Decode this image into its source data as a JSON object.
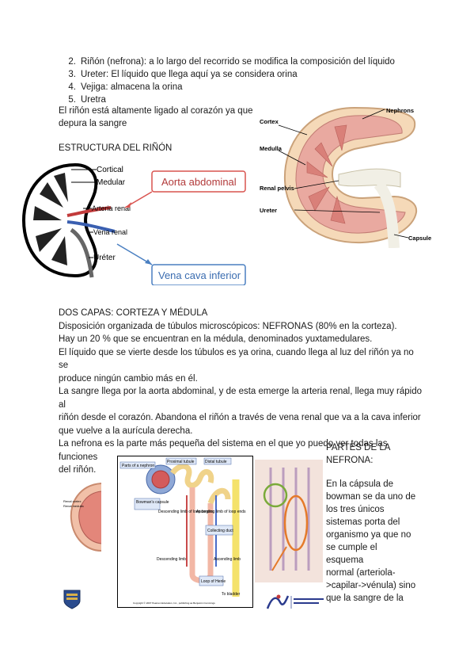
{
  "list": [
    {
      "num": "2.",
      "text": "Riñón (nefrona): a lo largo del recorrido se modifica la composición del líquido"
    },
    {
      "num": "3.",
      "text": "Ureter: El líquido que llega aquí ya se considera orina"
    },
    {
      "num": "4.",
      "text": "Vejiga: almacena la orina"
    },
    {
      "num": "5.",
      "text": "Uretra"
    }
  ],
  "intro": {
    "line1": "El riñón está altamente ligado al corazón ya que",
    "line2": "depura la sangre"
  },
  "section_title": "ESTRUCTURA DEL RIÑÓN",
  "kidney_diagram": {
    "cortical": "Cortical",
    "medular": "Medular",
    "arteria": "Arteria renal",
    "vena": "Vena renal",
    "ureter": "Uréter",
    "aorta_box": "Aorta abdominal",
    "cava_box": "Vena cava inferior",
    "red": "#d9534f",
    "blue": "#4a7fc1"
  },
  "kidney_photo": {
    "cortex": "Cortex",
    "medulla": "Medulla",
    "renal_pelvis": "Renal pelvis",
    "ureter": "Ureter",
    "nephrons": "Nephrons",
    "capsule": "Capsule"
  },
  "body": {
    "heading": "DOS CAPAS: CORTEZA Y MÉDULA",
    "p1": "Disposición organizada de túbulos microscópicos: NEFRONAS (80% en la corteza).",
    "p2": "Hay un 20 % que se encuentran en la médula, denominados yuxtamedulares.",
    "p3a": "El líquido que se vierte desde los túbulos es ya orina, cuando llega al luz del riñón ya no se",
    "p3b": "produce ningún cambio más en él.",
    "p4a": "La sangre llega por la aorta abdominal, y de esta emerge la arteria renal, llega muy rápido al",
    "p4b": "riñón desde el corazón. Abandona el riñón a través de vena renal que va a la cava inferior",
    "p4c": "que vuelve a la aurícula derecha.",
    "p5a": "La nefrona es la parte más pequeña del sistema en el que yo puedo ver todas las funciones",
    "p5b": "del riñón."
  },
  "nephron_diagram": {
    "parts_of_nephron": "Parts of a nephron",
    "proximal": "Proximal tubule",
    "distal": "Distal tubule",
    "bowmans": "Bowman's capsule",
    "desc_begins": "Descending limb of loop begins",
    "asc_ends": "Ascending limb of loop ends",
    "collecting": "Collecting duct",
    "descending": "Descending limb",
    "ascending": "Ascending limb",
    "loop": "Loop of Henle",
    "bladder": "To bladder",
    "copyright": "Copyright © 2007 Pearson Education, Inc., publishing as Benjamin Cummings"
  },
  "right_column": {
    "title1": "PARTES DE LA",
    "title2": "NEFRONA:",
    "l1": "En la cápsula de",
    "l2": "bowman se da uno de",
    "l3": "los tres únicos",
    "l4": "sistemas porta del",
    "l5": "organismo ya que no",
    "l6": "se cumple el esquema",
    "l7": "normal (arteriola-",
    "l8": ">capilar->vénula) sino",
    "l9": "que  la sangre de la"
  }
}
